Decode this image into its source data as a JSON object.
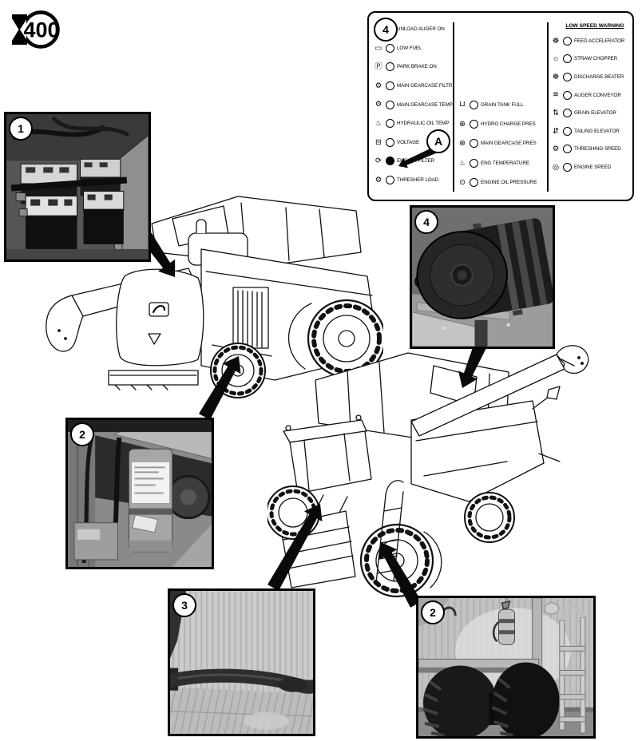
{
  "hourmeter": {
    "value": "400"
  },
  "panel": {
    "callout_number": "4",
    "callout_letter": "A",
    "right_header": "LOW SPEED WARNING",
    "left": [
      {
        "icon": "unload_auger",
        "label": "UNLOAD AUGER ON",
        "lamp": "off"
      },
      {
        "icon": "low_fuel",
        "label": "LOW FUEL",
        "lamp": "off"
      },
      {
        "icon": "park_brake",
        "label": "PARK BRAKE ON",
        "lamp": "off"
      },
      {
        "icon": "gearcase_filter",
        "label": "MAIN GEARCASE FILTR",
        "lamp": "off"
      },
      {
        "icon": "gearcase_temp",
        "label": "MAIN GEARCASE TEMP",
        "lamp": "off"
      },
      {
        "icon": "hydraulic_oil_temp",
        "label": "HYDRAULIC OIL TEMP",
        "lamp": "off"
      },
      {
        "icon": "battery",
        "label": "VOLTAGE",
        "lamp": "off"
      },
      {
        "icon": "air_filter",
        "label": "ENG AIR FILTER",
        "lamp": "on"
      },
      {
        "icon": "thresher",
        "label": "THRESHER LOAD",
        "lamp": "off"
      }
    ],
    "middle": [
      {
        "icon": "grain_tank",
        "label": "GRAIN TANK FULL",
        "lamp": "off"
      },
      {
        "icon": "hydro_charge",
        "label": "HYDRO CHARGE PRES",
        "lamp": "off"
      },
      {
        "icon": "gearcase_pres",
        "label": "MAIN GEARCASE PRES",
        "lamp": "off"
      },
      {
        "icon": "eng_temp",
        "label": "ENG TEMPERATURE",
        "lamp": "off"
      },
      {
        "icon": "oil_pressure",
        "label": "ENGINE OIL PRESSURE",
        "lamp": "off"
      }
    ],
    "right": [
      {
        "icon": "feed_accelerator",
        "label": "FEED ACCELERATOR",
        "lamp": "off"
      },
      {
        "icon": "straw_chopper",
        "label": "STRAW CHOPPER",
        "lamp": "off"
      },
      {
        "icon": "discharge_beater",
        "label": "DISCHARGE BEATER",
        "lamp": "off"
      },
      {
        "icon": "auger_conveyor",
        "label": "AUGER CONVEYOR",
        "lamp": "off"
      },
      {
        "icon": "grain_elevator",
        "label": "GRAIN ELEVATOR",
        "lamp": "off"
      },
      {
        "icon": "tailing_elevator",
        "label": "TAILING ELEVATOR",
        "lamp": "off"
      },
      {
        "icon": "threshing_speed",
        "label": "THRESHING SPEED",
        "lamp": "off"
      },
      {
        "icon": "engine_speed",
        "label": "ENGINE SPEED",
        "lamp": "off"
      }
    ]
  },
  "icons": {
    "unload_auger": "⇗",
    "low_fuel": "▭",
    "park_brake": "Ⓟ",
    "gearcase_filter": "⚙",
    "gearcase_temp": "⚙",
    "hydraulic_oil_temp": "♨",
    "battery": "⊟",
    "air_filter": "⟳",
    "thresher": "⚙",
    "grain_tank": "⊔",
    "hydro_charge": "⊕",
    "gearcase_pres": "⊛",
    "eng_temp": "♨",
    "oil_pressure": "⊙",
    "feed_accelerator": "☸",
    "straw_chopper": "☼",
    "discharge_beater": "☸",
    "auger_conveyor": "≋",
    "grain_elevator": "⇅",
    "tailing_elevator": "⇵",
    "threshing_speed": "⚙",
    "engine_speed": "◎"
  },
  "insets": {
    "batteries": {
      "callout": "1"
    },
    "hydraulic_filter": {
      "callout": "2"
    },
    "seat_belt": {
      "callout": "3"
    },
    "engine_air_filter": {
      "callout": "4"
    },
    "fire_extinguisher": {
      "callout": "2"
    }
  },
  "colors": {
    "ink": "#000000",
    "paper": "#ffffff"
  }
}
